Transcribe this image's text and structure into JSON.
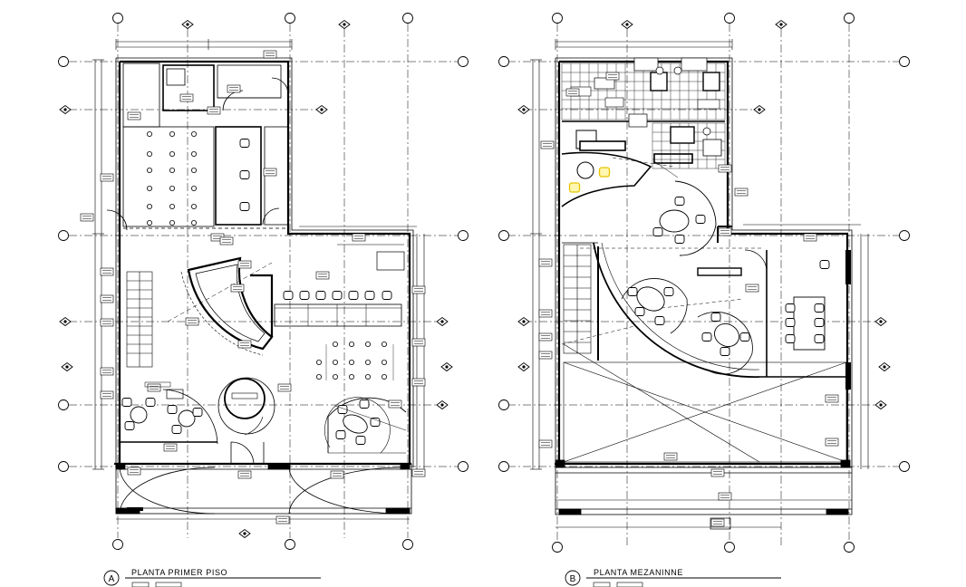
{
  "sheet": {
    "plans": [
      {
        "id": "A",
        "letter": "A",
        "title": "PLANTA  PRIMER PISO"
      },
      {
        "id": "B",
        "letter": "B",
        "title": "PLANTA  MEZANINNE"
      }
    ]
  },
  "colors": {
    "ink": "#000000",
    "paper": "#ffffff",
    "accent": "#e8c400"
  }
}
